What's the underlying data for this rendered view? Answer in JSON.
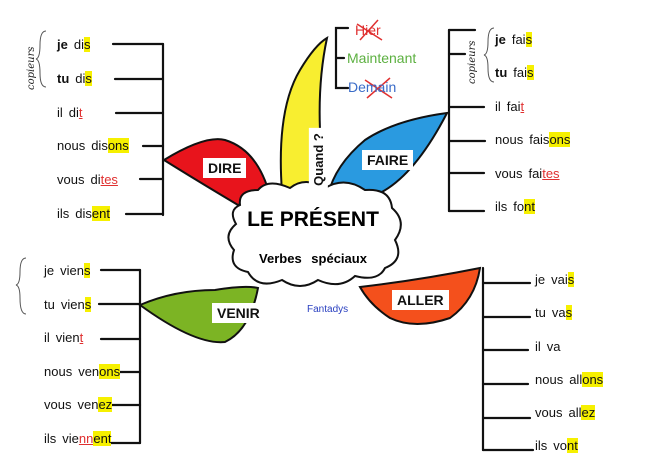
{
  "title": "LE PRÉSENT",
  "subtitle": "Verbes spéciaux",
  "credit": "Fantadys",
  "copieurs_label": "copieurs",
  "quand": {
    "label": "Quand ?",
    "items": [
      {
        "text": "Hier",
        "color": "#e03030",
        "crossed": true
      },
      {
        "text": "Maintenant",
        "color": "#5cb040",
        "crossed": false
      },
      {
        "text": "Demain",
        "color": "#3a6cc8",
        "crossed": true
      }
    ]
  },
  "colors": {
    "dire": "#e8141c",
    "quand": "#f8ee30",
    "faire": "#2a9ae0",
    "venir": "#7cb424",
    "aller": "#f4501c",
    "highlight": "#f6f000"
  },
  "verbs": [
    {
      "id": "dire",
      "label": "DIRE",
      "forms": [
        [
          {
            "t": "je",
            "s": "b"
          },
          {
            "t": "di",
            "s": ""
          },
          {
            "t": "s",
            "s": "hl"
          }
        ],
        [
          {
            "t": "tu",
            "s": "b"
          },
          {
            "t": "di",
            "s": ""
          },
          {
            "t": "s",
            "s": "hl"
          }
        ],
        [
          {
            "t": "il",
            "s": ""
          },
          {
            "t": "di",
            "s": ""
          },
          {
            "t": "t",
            "s": "red"
          }
        ],
        [
          {
            "t": "nous",
            "s": ""
          },
          {
            "t": "dis",
            "s": ""
          },
          {
            "t": "ons",
            "s": "hl"
          }
        ],
        [
          {
            "t": "vous",
            "s": ""
          },
          {
            "t": "di",
            "s": ""
          },
          {
            "t": "tes",
            "s": "red"
          }
        ],
        [
          {
            "t": "ils",
            "s": ""
          },
          {
            "t": "dis",
            "s": ""
          },
          {
            "t": "ent",
            "s": "hl"
          }
        ]
      ]
    },
    {
      "id": "faire",
      "label": "FAIRE",
      "forms": [
        [
          {
            "t": "je",
            "s": "b"
          },
          {
            "t": "fai",
            "s": ""
          },
          {
            "t": "s",
            "s": "hl"
          }
        ],
        [
          {
            "t": "tu",
            "s": "b"
          },
          {
            "t": "fai",
            "s": ""
          },
          {
            "t": "s",
            "s": "hl"
          }
        ],
        [
          {
            "t": "il",
            "s": ""
          },
          {
            "t": "fai",
            "s": ""
          },
          {
            "t": "t",
            "s": "red"
          }
        ],
        [
          {
            "t": "nous",
            "s": ""
          },
          {
            "t": "fais",
            "s": ""
          },
          {
            "t": "ons",
            "s": "hl"
          }
        ],
        [
          {
            "t": "vous",
            "s": ""
          },
          {
            "t": "fai",
            "s": ""
          },
          {
            "t": "tes",
            "s": "red"
          }
        ],
        [
          {
            "t": "ils",
            "s": ""
          },
          {
            "t": "fo",
            "s": ""
          },
          {
            "t": "nt",
            "s": "hl"
          }
        ]
      ]
    },
    {
      "id": "venir",
      "label": "VENIR",
      "forms": [
        [
          {
            "t": "je",
            "s": ""
          },
          {
            "t": "vien",
            "s": ""
          },
          {
            "t": "s",
            "s": "hl"
          }
        ],
        [
          {
            "t": "tu",
            "s": ""
          },
          {
            "t": "vien",
            "s": ""
          },
          {
            "t": "s",
            "s": "hl"
          }
        ],
        [
          {
            "t": "il",
            "s": ""
          },
          {
            "t": "vien",
            "s": ""
          },
          {
            "t": "t",
            "s": "red"
          }
        ],
        [
          {
            "t": "nous",
            "s": ""
          },
          {
            "t": "ven",
            "s": ""
          },
          {
            "t": "ons",
            "s": "hl"
          }
        ],
        [
          {
            "t": "vous",
            "s": ""
          },
          {
            "t": "ven",
            "s": ""
          },
          {
            "t": "ez",
            "s": "hl"
          }
        ],
        [
          {
            "t": "ils",
            "s": ""
          },
          {
            "t": "vie",
            "s": ""
          },
          {
            "t": "nn",
            "s": "red"
          },
          {
            "t": "ent",
            "s": "hl"
          }
        ]
      ]
    },
    {
      "id": "aller",
      "label": "ALLER",
      "forms": [
        [
          {
            "t": "je",
            "s": ""
          },
          {
            "t": "vai",
            "s": ""
          },
          {
            "t": "s",
            "s": "hl"
          }
        ],
        [
          {
            "t": "tu",
            "s": ""
          },
          {
            "t": "va",
            "s": ""
          },
          {
            "t": "s",
            "s": "hl"
          }
        ],
        [
          {
            "t": "il",
            "s": ""
          },
          {
            "t": "va",
            "s": ""
          }
        ],
        [
          {
            "t": "nous",
            "s": ""
          },
          {
            "t": "all",
            "s": ""
          },
          {
            "t": "ons",
            "s": "hl"
          }
        ],
        [
          {
            "t": "vous",
            "s": ""
          },
          {
            "t": "all",
            "s": ""
          },
          {
            "t": "ez",
            "s": "hl"
          }
        ],
        [
          {
            "t": "ils",
            "s": ""
          },
          {
            "t": "vo",
            "s": ""
          },
          {
            "t": "nt",
            "s": "hl"
          }
        ]
      ]
    }
  ]
}
